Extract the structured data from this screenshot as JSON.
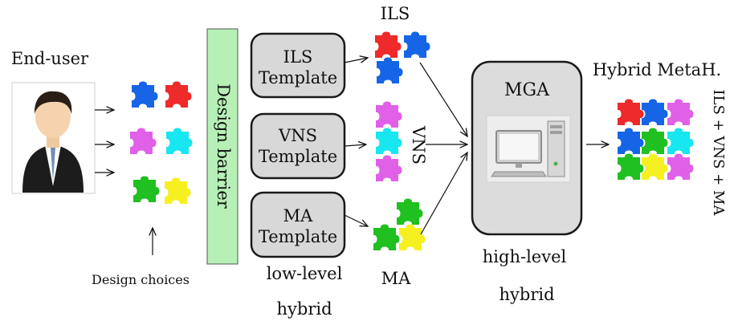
{
  "end_user": {
    "label": "End-user"
  },
  "design_choices": {
    "label": "Design choices"
  },
  "design_barrier": {
    "label": "Design barrier"
  },
  "templates": [
    {
      "line1": "ILS",
      "line2": "Template"
    },
    {
      "line1": "VNS",
      "line2": "Template"
    },
    {
      "line1": "MA",
      "line2": "Template"
    }
  ],
  "low_level": {
    "line1": "low-level",
    "line2": "hybrid"
  },
  "puzzle_labels": {
    "ils": "ILS",
    "vns": "VNS",
    "ma": "MA"
  },
  "mga": {
    "title": "MGA"
  },
  "high_level": {
    "line1": "high-level",
    "line2": "hybrid"
  },
  "output": {
    "title": "Hybrid MetaH.",
    "composition": "ILS + VNS + MA"
  },
  "colors": {
    "blue": "#1565e6",
    "red": "#ee2a2a",
    "magenta": "#e060e8",
    "cyan": "#18e6f0",
    "green": "#20c020",
    "yellow": "#f6f020",
    "barrier": "#b6f0b6",
    "box": "#d8d8d8",
    "mga_box": "#dcdcdc"
  }
}
